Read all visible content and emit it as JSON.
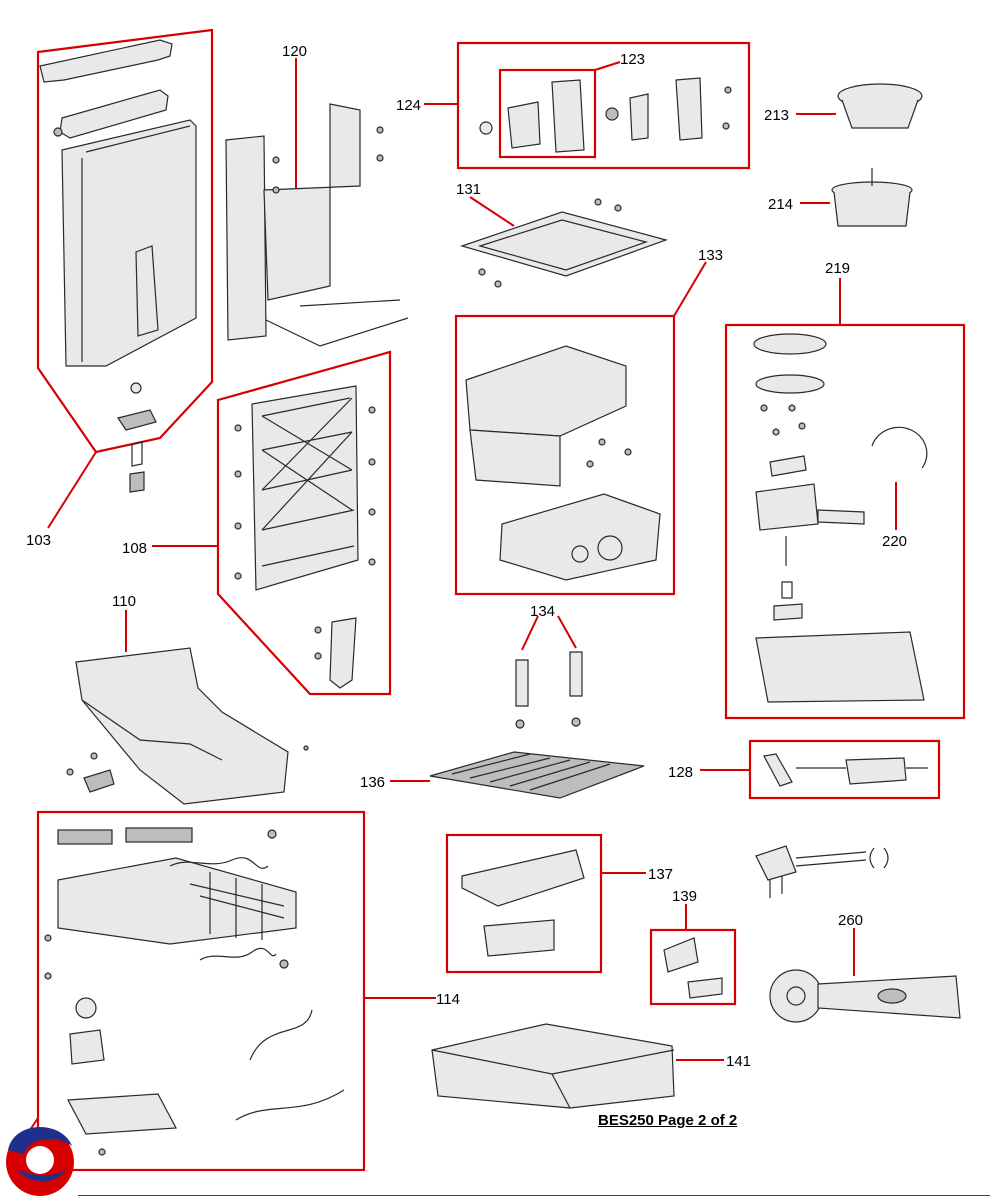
{
  "document": {
    "footer": "BES250 Page 2 of 2"
  },
  "callouts": {
    "c103": "103",
    "c108": "108",
    "c110": "110",
    "c114": "114",
    "c120": "120",
    "c123": "123",
    "c124": "124",
    "c128": "128",
    "c131": "131",
    "c133": "133",
    "c134": "134",
    "c136": "136",
    "c137": "137",
    "c139": "139",
    "c141": "141",
    "c213": "213",
    "c214": "214",
    "c219": "219",
    "c220": "220",
    "c260": "260"
  },
  "colors": {
    "accent": "#d60000",
    "line": "#2a2a2a",
    "logo_blue": "#1e2f8c",
    "logo_red": "#d60000"
  }
}
